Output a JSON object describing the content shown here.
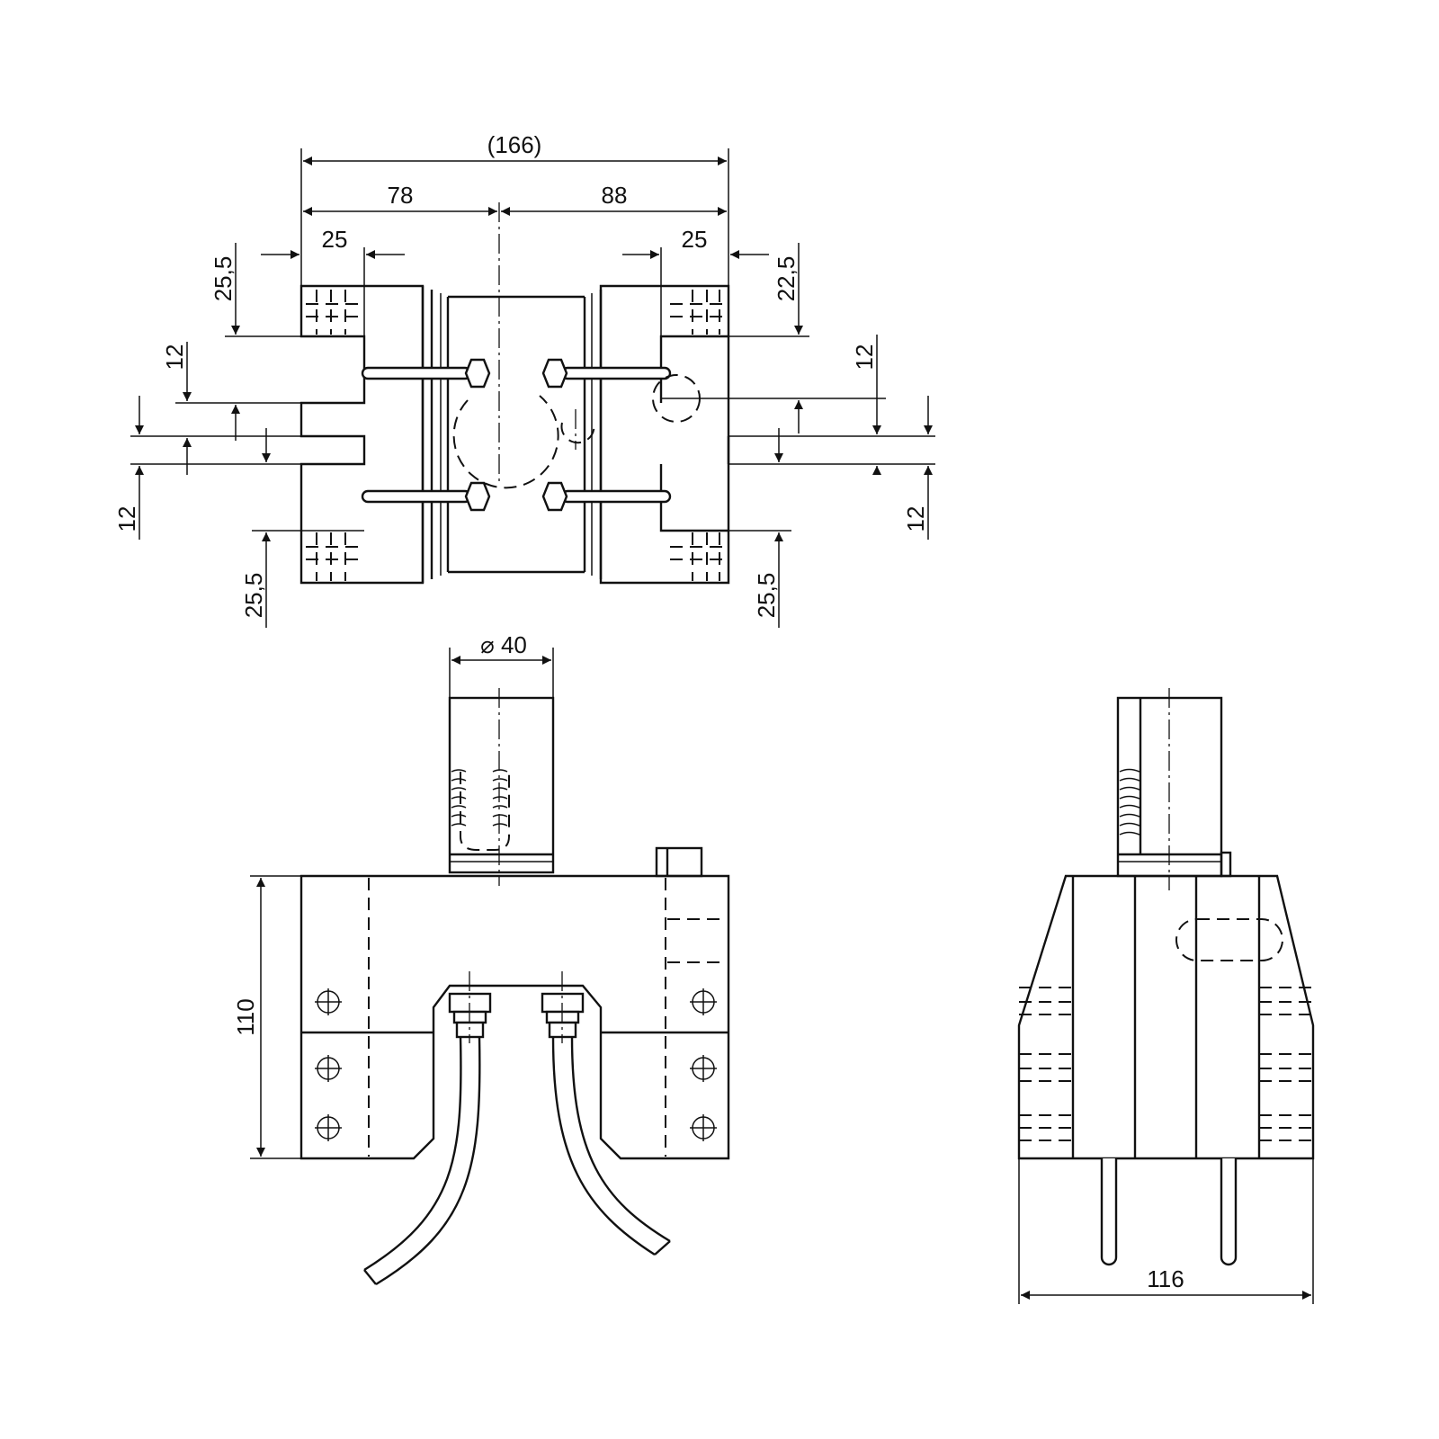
{
  "dimensions": {
    "overall_width": "(166)",
    "left_offset": "78",
    "right_offset": "88",
    "left_slot_width": "25",
    "right_slot_width": "25",
    "top_left_depth": "25,5",
    "top_right_depth": "22,5",
    "left_upper_gap": "12",
    "left_lower_gap": "12",
    "right_upper_gap": "12",
    "right_lower_gap": "12",
    "bottom_left_depth": "25,5",
    "bottom_right_depth": "25,5",
    "pipe_diameter": "⌀ 40",
    "height": "110",
    "side_width": "116"
  }
}
